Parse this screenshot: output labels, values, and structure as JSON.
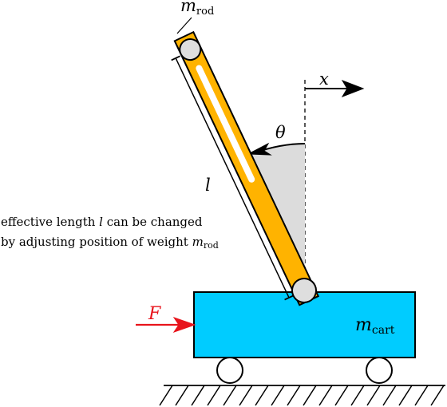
{
  "labels": {
    "mass_rod": {
      "symbol": "m",
      "subscript": "rod"
    },
    "mass_cart": {
      "symbol": "m",
      "subscript": "cart"
    },
    "position": "x",
    "angle": "θ",
    "length": "l",
    "force": "F"
  },
  "note": {
    "line1_prefix": "effective length ",
    "line1_var": "l",
    "line1_suffix": " can be changed",
    "line2_prefix": "by adjusting position of weight ",
    "line2_var_symbol": "m",
    "line2_var_subscript": "rod"
  },
  "colors": {
    "cart": "#00ccff",
    "rod": "#ffb300",
    "force": "#e8141c",
    "angle_sector": "#dcdcdc",
    "outline": "#000000"
  }
}
